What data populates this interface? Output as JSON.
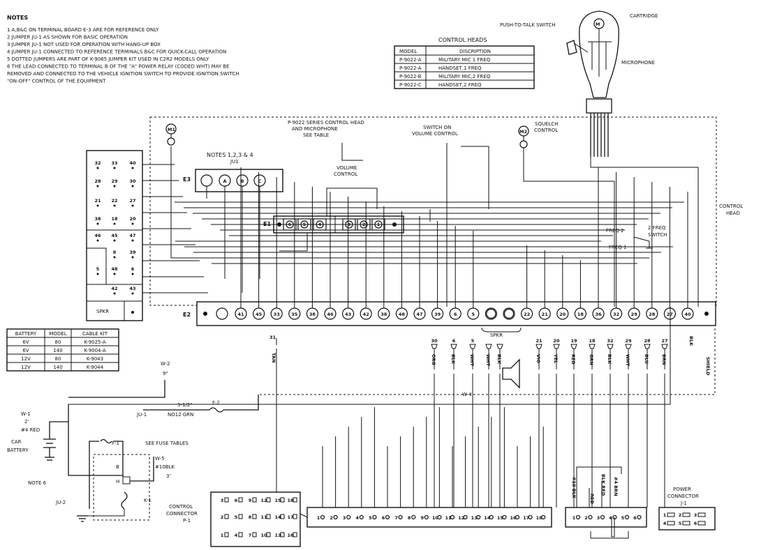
{
  "notes": {
    "title": "NOTES",
    "items": [
      "1  A,B&C ON TERMINAL BOARD E-3 ARE FOR REFERENCE ONLY",
      "2  JUMPER JU-1 AS SHOWN FOR BASIC OPERATION",
      "3  JUMPER JU-1 NOT USED FOR OPERATION WITH HANG-UP BOX",
      "4  JUMPER JU-1 CONNECTED TO REFERENCE TERMINALS B&C FOR QUICK-CALL OPERATION",
      "5  DOTTED JUMPERS ARE PART OF K-9065 JUMPER KIT USED IN C2R2 MODELS ONLY",
      "6  THE LEAD CONNECTED TO TERMINAL B OF THE \"A\" POWER RELAY (CODED WHT) MAY BE",
      "    REMOVED AND CONNECTED TO THE   VEHICLE IGNITION SWITCH TO PROVIDE IGNITION SWITCH",
      "    \"ON-OFF\" CONTROL OF THE EQUIPMENT"
    ]
  },
  "control_heads": {
    "title": "CONTROL HEADS",
    "headers": [
      "MODEL",
      "DISCRIPTION"
    ],
    "rows": [
      [
        "P-9022-A",
        "MILITARY MIC 1 FREQ"
      ],
      [
        "P-9022-A",
        "HANDSET,1 FREQ"
      ],
      [
        "P-9022-B",
        "MILITARY MIC,2 FREQ"
      ],
      [
        "P-9022-C",
        "HANDSET,2 FREQ"
      ]
    ]
  },
  "battery_table": {
    "headers": [
      "BATTERY",
      "MODEL",
      "CABLE KIT"
    ],
    "rows": [
      [
        "6V",
        "80",
        "K-9025-A"
      ],
      [
        "6V",
        "140",
        "K-9004-A"
      ],
      [
        "12V",
        "80",
        "K-9043"
      ],
      [
        "12V",
        "140",
        "K-9044"
      ]
    ]
  },
  "labels": {
    "push_to_talk": "PUSH-TO-TALK SWITCH",
    "cartridge": "CARTRIDGE",
    "microphone": "MICROPHONE",
    "control_head_series": "P-9022 SERIES CONTROL HEAD",
    "and_microphone": "AND MICROPHONE",
    "see_table": "SEE TABLE",
    "switch_on": "SWITCH ON",
    "volume_control_sw": "VOLUME CONTROL",
    "squelch": "SQUELCH",
    "control": "CONTROL",
    "notes_ref": "NOTES 1,2,3 & 4",
    "ju1": "JU1",
    "volume": "VOLUME",
    "control2": "CONTROL",
    "e3": "E3",
    "e1": "E1",
    "e2": "E2",
    "freq2": "FREQ 2",
    "freq1": "FREQ 1",
    "two_freq": "2 FREQ",
    "switch": "SWITCH",
    "control_head_1": "CONTROL",
    "control_head_2": "HEAD",
    "spkr": "SPKR",
    "spkr2": "SPKR",
    "m1": "M1",
    "m2": "M2",
    "w2": "W-2",
    "w2_len": "9\"",
    "w1": "W-1",
    "w1_len": "2'",
    "w1_wire": "#4 RED",
    "car": "CAR",
    "battery": "BATTERY",
    "ju1_run": "JU-1",
    "ju1_len": "5-1/2\"",
    "ju1_wire": "NO12 GRN",
    "f2": "F-2",
    "f1": "F-1",
    "fuse": "SEE FUSE TABLES",
    "w5": "W-5",
    "w5_wire": "#10BLK",
    "w5_len": "3'",
    "note6": "NOTE 6",
    "relay_b": "B",
    "relay_h": "H",
    "k1": "K-1",
    "ju2": "JU-2",
    "w4": "W-4",
    "shield": "SHIELD",
    "blk": "BLK",
    "tan": "TAN",
    "control_conn_1": "CONTROL",
    "control_conn_2": "CONNECTOR",
    "control_conn_3": "P-1",
    "power_conn_1": "POWER",
    "power_conn_2": "CONNECTOR",
    "power_conn_3": "J-1",
    "red": "RED",
    "blk_10": "#10 BLK",
    "brn_4": "#4 BRN",
    "blk_red": "BLK RED",
    "pin_31": "31"
  },
  "e3_terminals": [
    "A",
    "B",
    "C"
  ],
  "e1_terminals": [
    "6",
    "5",
    "4",
    "3",
    "2",
    "1"
  ],
  "e2_terminals": [
    "41",
    "45",
    "33",
    "35",
    "38",
    "46",
    "43",
    "42",
    "38",
    "48",
    "47",
    "39",
    "6",
    "5",
    "",
    "",
    "22",
    "21",
    "20",
    "18",
    "36",
    "32",
    "29",
    "28",
    "27",
    "40"
  ],
  "left_panel_numbers": [
    "32",
    "33",
    "40",
    "28",
    "29",
    "30",
    "21",
    "22",
    "27",
    "38",
    "18",
    "20",
    "46",
    "45",
    "47",
    "8",
    "39",
    "5",
    "48",
    "6",
    "42",
    "43"
  ],
  "cable_colors": {
    "group1": [
      {
        "pin": "30",
        "color": "ORG"
      },
      {
        "pin": "6",
        "color": "BLK"
      },
      {
        "pin": "5",
        "color": "WHT"
      },
      {
        "pin": "",
        "color": "WHT"
      },
      {
        "pin": "",
        "color": "BLK"
      }
    ],
    "group2": [
      {
        "pin": "21",
        "color": "VIO"
      },
      {
        "pin": "20",
        "color": "YEL"
      },
      {
        "pin": "19",
        "color": "RED"
      },
      {
        "pin": "18",
        "color": "GRN"
      },
      {
        "pin": "32",
        "color": "BLK"
      },
      {
        "pin": "29",
        "color": "WHT"
      },
      {
        "pin": "28",
        "color": "BLU"
      },
      {
        "pin": "27",
        "color": "BRN"
      }
    ]
  },
  "control_connector_grid": [
    [
      "3",
      "6",
      "9",
      "12",
      "15",
      "18"
    ],
    [
      "2",
      "5",
      "8",
      "11",
      "14",
      "17"
    ],
    [
      "1",
      "4",
      "7",
      "10",
      "13",
      "16"
    ]
  ],
  "bottom_strip": [
    "1",
    "2",
    "3",
    "4",
    "5",
    "6",
    "7",
    "8",
    "9",
    "10",
    "11",
    "12",
    "13",
    "14",
    "15",
    "16",
    "17",
    "18"
  ],
  "power_strip": [
    "1",
    "2",
    "3",
    "4",
    "5",
    "6"
  ],
  "power_conn_pins": [
    "1",
    "2",
    "3",
    "4",
    "5",
    "6"
  ]
}
